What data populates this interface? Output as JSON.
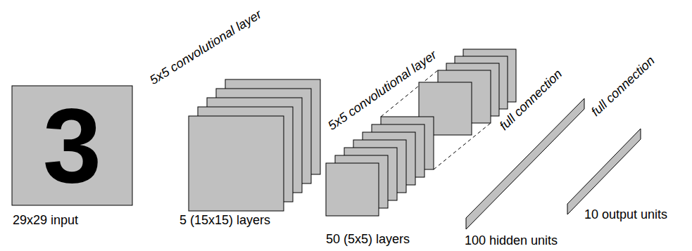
{
  "diagram": {
    "labels": [
      "3",
      "29x29 input",
      "5x5 convolutional layer",
      "5 (15x15) layers",
      "5x5 convolutional layer",
      "50 (5x5) layers",
      "full connection",
      "100 hidden units",
      "full connection",
      "10 output units"
    ]
  }
}
